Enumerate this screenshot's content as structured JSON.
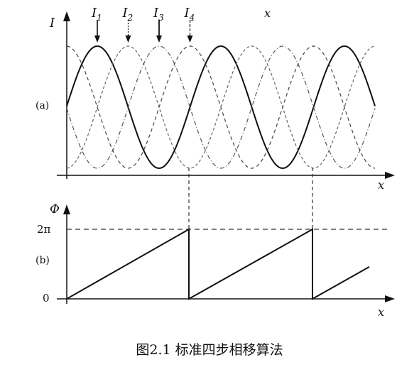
{
  "panel_a": {
    "tag": "(a)",
    "y_axis_label": "I",
    "x_axis_label": "x",
    "wave_labels": [
      {
        "name": "I",
        "sub": "1"
      },
      {
        "name": "I",
        "sub": "2"
      },
      {
        "name": "I",
        "sub": "3"
      },
      {
        "name": "I",
        "sub": "4"
      }
    ],
    "period_count": 2.5
  },
  "panel_b": {
    "tag": "(b)",
    "y_axis_label": "Φ",
    "x_axis_label": "x",
    "tick_top": "2π",
    "tick_zero": "0",
    "ramps": 3
  },
  "x_axis": {
    "top_label": "x"
  },
  "caption": "图2.1  标准四步相移算法",
  "colors": {
    "ink": "#111111",
    "dash": "#333333",
    "light": "#666666"
  }
}
